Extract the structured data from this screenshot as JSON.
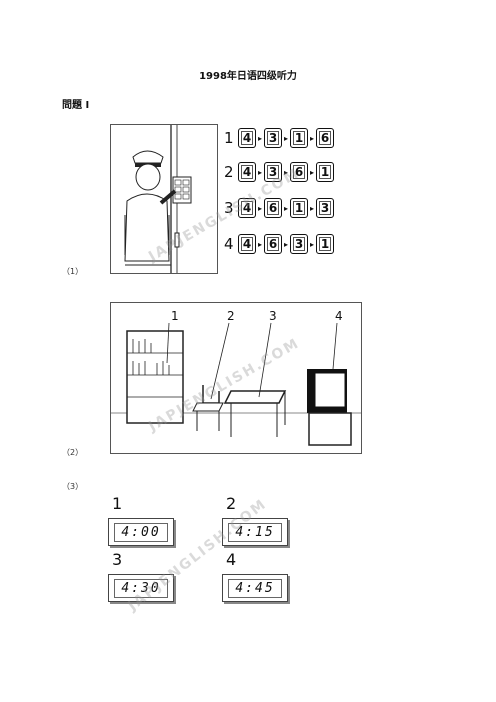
{
  "doc": {
    "title": "1998年日语四级听力",
    "section": "問題 I"
  },
  "q1": {
    "label": "（1）",
    "rows": [
      {
        "num": "1",
        "digits": [
          "4",
          "3",
          "1",
          "6"
        ]
      },
      {
        "num": "2",
        "digits": [
          "4",
          "3",
          "6",
          "1"
        ]
      },
      {
        "num": "3",
        "digits": [
          "4",
          "6",
          "1",
          "3"
        ]
      },
      {
        "num": "4",
        "digits": [
          "4",
          "6",
          "3",
          "1"
        ]
      }
    ]
  },
  "q2": {
    "label": "（2）",
    "pointers": [
      "1",
      "2",
      "3",
      "4"
    ]
  },
  "q3": {
    "label": "（3）",
    "clocks": [
      {
        "num": "1",
        "time": "4:00"
      },
      {
        "num": "2",
        "time": "4:15"
      },
      {
        "num": "3",
        "time": "4:30"
      },
      {
        "num": "4",
        "time": "4:45"
      }
    ]
  },
  "watermark": "JAPJENGLISH.COM"
}
